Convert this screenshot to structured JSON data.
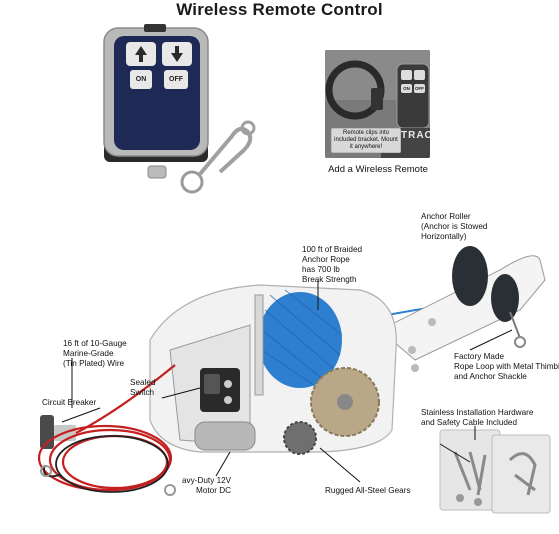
{
  "title": "Wireless Remote Control",
  "remote": {
    "on_label": "ON",
    "off_label": "OFF",
    "up_icon": "anchor-up-arrow-icon",
    "down_icon": "anchor-down-arrow-icon"
  },
  "inset": {
    "brand": "TRAC",
    "caption": "Remote clips into included bracket. Mount it anywhere!",
    "on_label": "ON",
    "off_label": "OFF",
    "below_caption": "Add a Wireless Remote"
  },
  "callouts": {
    "anchor_roller": [
      "Anchor Roller",
      "(Anchor is Stowed",
      "Horizontally)"
    ],
    "rope": [
      "100 ft of Braided",
      "Anchor Rope",
      "has 700 lb",
      "Break Strength"
    ],
    "wire": [
      "16 ft of 10-Gauge",
      "Marine-Grade",
      "(Tin Plated) Wire"
    ],
    "circuit_breaker": "Circuit Breaker",
    "sealed_switch": [
      "Sealed",
      "Switch"
    ],
    "motor": [
      "avy-Duty 12V",
      "Motor DC"
    ],
    "gears": "Rugged All-Steel Gears",
    "rope_loop": [
      "Factory Made",
      "Rope Loop with Metal Thimble",
      "and Anchor Shackle"
    ],
    "hardware": [
      "Stainless Installation Hardware",
      "and Safety Cable Included"
    ]
  },
  "colors": {
    "remote_body": "#1e2a55",
    "remote_frame": "#b9b9b9",
    "rope": "#2f7fd0",
    "winch_body": "#f2f2f2",
    "gear": "#b8a888",
    "wire": "#c42020"
  }
}
